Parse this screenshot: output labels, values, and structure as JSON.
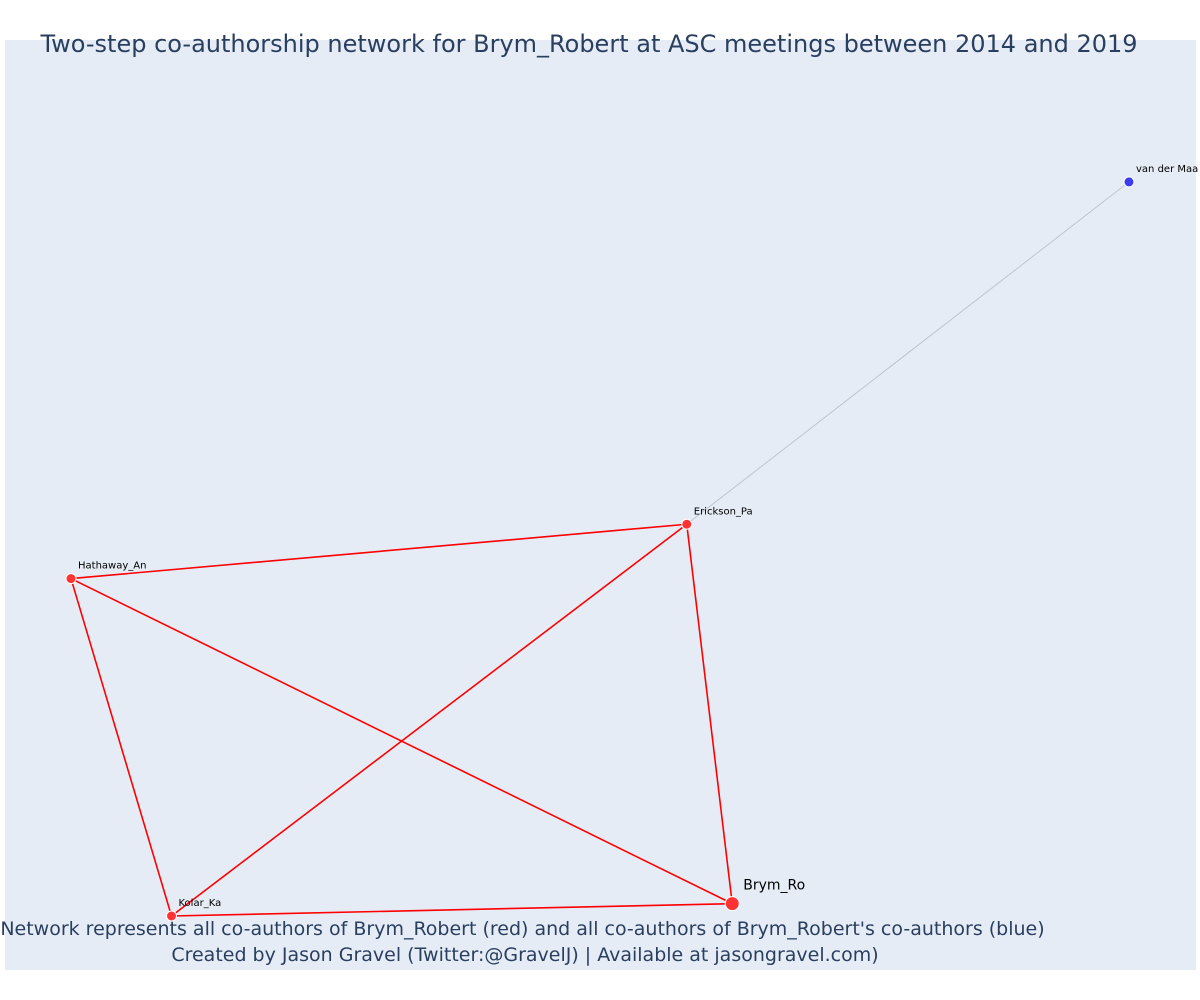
{
  "title": "Two-step co-authorship network for Brym_Robert at ASC meetings between 2014 and 2019",
  "footer": {
    "line1": "Network represents all co-authors of Brym_Robert (red) and all co-authors of Brym_Robert's co-authors (blue)",
    "line2": "Created by Jason Gravel (Twitter:@GravelJ) | Available at jasongravel.com)"
  },
  "colors": {
    "background": "#e5ecf6",
    "direct_edge": "#ff0000",
    "indirect_edge": "#c0c4d0",
    "direct_node": "#ff3333",
    "indirect_node": "#3b3bf0",
    "node_outline": "#ffffff",
    "label": "#000000"
  },
  "chart_data": {
    "type": "network",
    "nodes": [
      {
        "id": "Brym_Ro",
        "label": "Brym_Ro",
        "group": "focal",
        "color": "red",
        "x": 0.625,
        "y": 0.015
      },
      {
        "id": "Erickson_Pa",
        "label": "Erickson_Pa",
        "group": "co-author",
        "color": "red",
        "x": 0.582,
        "y": 0.476
      },
      {
        "id": "Hathaway_An",
        "label": "Hathaway_An",
        "group": "co-author",
        "color": "red",
        "x": 0.0,
        "y": 0.41
      },
      {
        "id": "Kolar_Ka",
        "label": "Kolar_Ka",
        "group": "co-author",
        "color": "red",
        "x": 0.095,
        "y": 0.0
      },
      {
        "id": "van_der_Maa",
        "label": "van der Maa",
        "group": "co-author-of-co-author",
        "color": "blue",
        "x": 1.0,
        "y": 0.892
      }
    ],
    "edges": [
      {
        "source": "Hathaway_An",
        "target": "Erickson_Pa",
        "type": "direct"
      },
      {
        "source": "Hathaway_An",
        "target": "Kolar_Ka",
        "type": "direct"
      },
      {
        "source": "Hathaway_An",
        "target": "Brym_Ro",
        "type": "direct"
      },
      {
        "source": "Erickson_Pa",
        "target": "Kolar_Ka",
        "type": "direct"
      },
      {
        "source": "Erickson_Pa",
        "target": "Brym_Ro",
        "type": "direct"
      },
      {
        "source": "Kolar_Ka",
        "target": "Brym_Ro",
        "type": "direct"
      },
      {
        "source": "Erickson_Pa",
        "target": "van_der_Maa",
        "type": "indirect"
      }
    ]
  }
}
